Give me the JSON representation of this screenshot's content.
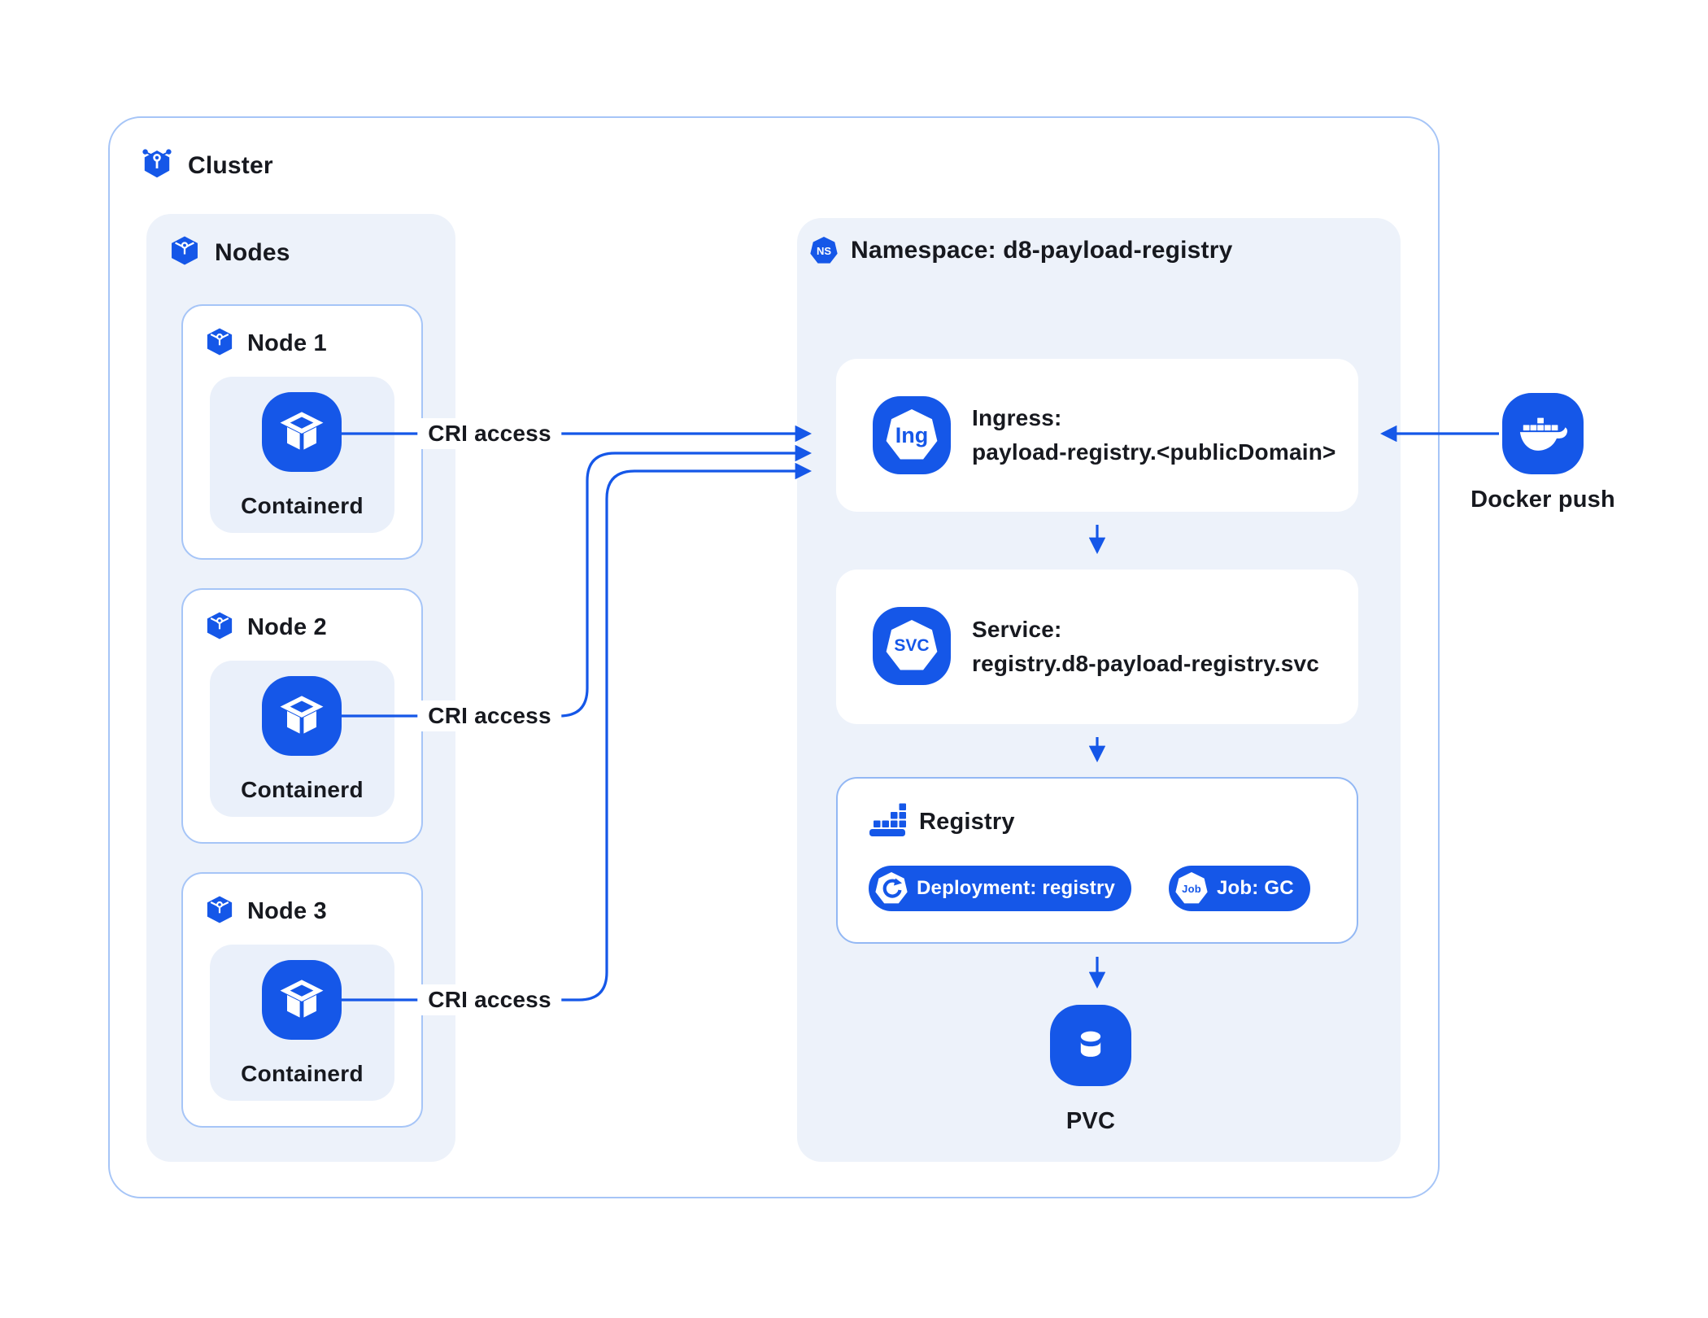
{
  "colors": {
    "primary_blue": "#1557e8",
    "border_light_blue": "#a6c5f7",
    "registry_border": "#93b8f4",
    "panel_bg": "#edf2fa",
    "inner_card_bg": "#eaf0fa",
    "text_dark": "#17191f",
    "white": "#ffffff"
  },
  "cluster": {
    "label": "Cluster",
    "icon": "cluster-icon"
  },
  "nodes": {
    "title": "Nodes",
    "icon": "node-cube-icon",
    "items": [
      {
        "label": "Node 1",
        "runtime_label": "Containerd",
        "runtime_icon": "containerd-cube-icon"
      },
      {
        "label": "Node 2",
        "runtime_label": "Containerd",
        "runtime_icon": "containerd-cube-icon"
      },
      {
        "label": "Node 3",
        "runtime_label": "Containerd",
        "runtime_icon": "containerd-cube-icon"
      }
    ]
  },
  "namespace": {
    "badge": "NS",
    "title": "Namespace: d8-payload-registry",
    "ingress": {
      "badge": "Ing",
      "title": "Ingress:",
      "subtitle": "payload-registry.<publicDomain>"
    },
    "service": {
      "badge": "SVC",
      "title": "Service:",
      "subtitle": "registry.d8-payload-registry.svc"
    },
    "registry": {
      "title": "Registry",
      "icon": "registry-containers-icon",
      "deployment": {
        "label": "Deployment: registry",
        "icon": "deployment-cycle-icon"
      },
      "job": {
        "badge": "Job",
        "label": "Job: GC"
      }
    },
    "pvc": {
      "label": "PVC",
      "icon": "pvc-cylinder-icon"
    }
  },
  "docker": {
    "label": "Docker push",
    "icon": "docker-whale-icon"
  },
  "edges": {
    "cri": [
      {
        "label": "CRI access"
      },
      {
        "label": "CRI access"
      },
      {
        "label": "CRI access"
      }
    ]
  }
}
